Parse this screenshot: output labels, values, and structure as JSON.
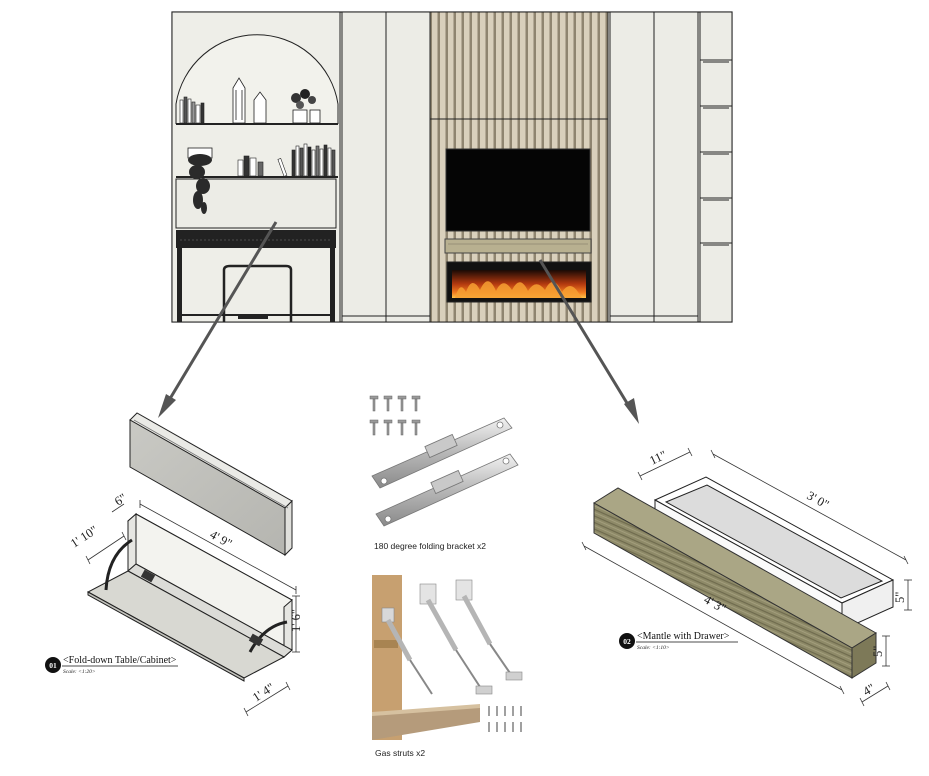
{
  "elevation": {
    "description_none": ""
  },
  "details": {
    "cabinet": {
      "number": "01",
      "title": "<Fold-down Table/Cabinet>",
      "scale": "Scale: <1:20>",
      "dims": {
        "width": "4' 9\"",
        "depth": "1' 10\"",
        "height": "1' 6\"",
        "small": "6\"",
        "bottom": "1' 4\""
      }
    },
    "mantle": {
      "number": "02",
      "title": "<Mantle with Drawer>",
      "scale": "Scale: <1:10>",
      "dims": {
        "drawer_len": "3' 0\"",
        "drawer_depth": "11\"",
        "drawer_h": "5\"",
        "mantle_len": "4' 3\"",
        "mantle_h": "5\"",
        "mantle_d": "4\""
      }
    },
    "hardware": {
      "bracket_caption": "180 degree folding bracket x2",
      "strut_caption": "Gas struts x2"
    }
  },
  "colors": {
    "wall": "#ebebe4",
    "slat_light": "#d9d0bc",
    "slat_dark": "#8f8570",
    "wood": "#8b8565",
    "arrow": "#555555",
    "tv": "#050505",
    "fire": "#e8641c"
  }
}
